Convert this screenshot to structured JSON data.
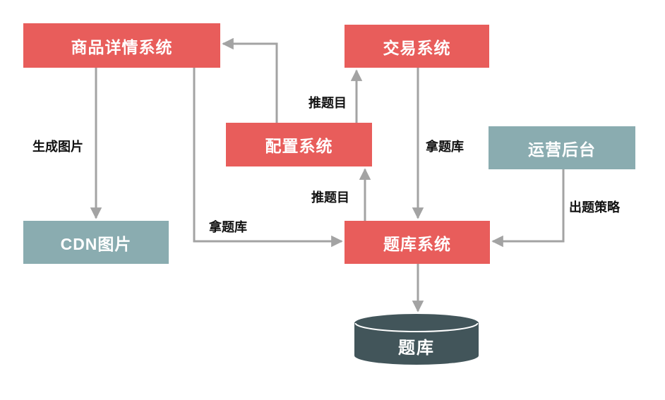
{
  "diagram": {
    "type": "flowchart",
    "background": "#ffffff",
    "colors": {
      "system_box_red": "#E85D5B",
      "backend_box_teal": "#8AACB0",
      "database_dark": "#42555A",
      "arrow_gray": "#A3A3A3",
      "edge_label_text": "#111111",
      "node_text": "#FFFFFF"
    },
    "nodes": {
      "product_detail": {
        "label": "商品详情系统",
        "shape": "rect",
        "color_role": "system_box_red"
      },
      "trade": {
        "label": "交易系统",
        "shape": "rect",
        "color_role": "system_box_red"
      },
      "config": {
        "label": "配置系统",
        "shape": "rect",
        "color_role": "system_box_red"
      },
      "ops_backend": {
        "label": "运营后台",
        "shape": "rect",
        "color_role": "backend_box_teal"
      },
      "cdn": {
        "label": "CDN图片",
        "shape": "rect",
        "color_role": "backend_box_teal"
      },
      "qbank_system": {
        "label": "题库系统",
        "shape": "rect",
        "color_role": "system_box_red"
      },
      "qbank_db": {
        "label": "题库",
        "shape": "cylinder",
        "color_role": "database_dark"
      }
    },
    "edges": [
      {
        "from": "product_detail",
        "to": "cdn",
        "label": "生成图片"
      },
      {
        "from": "config",
        "to": "product_detail",
        "label": ""
      },
      {
        "from": "config",
        "to": "trade",
        "label": "推题目"
      },
      {
        "from": "qbank_system",
        "to": "config",
        "label": "推题目"
      },
      {
        "from": "trade",
        "to": "qbank_system",
        "label": "拿题库"
      },
      {
        "from": "product_detail",
        "to": "qbank_system",
        "label": "拿题库"
      },
      {
        "from": "ops_backend",
        "to": "qbank_system",
        "label": "出题策略"
      },
      {
        "from": "qbank_system",
        "to": "qbank_db",
        "label": ""
      }
    ]
  }
}
